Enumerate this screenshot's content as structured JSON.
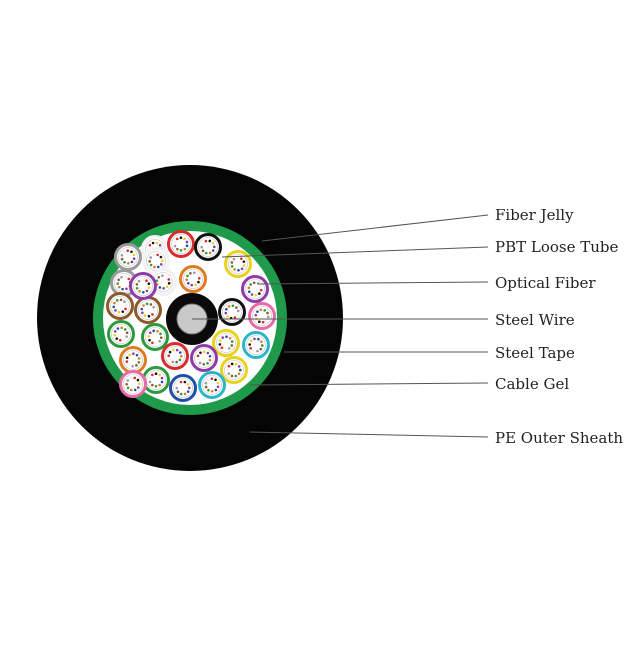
{
  "labels": {
    "fiber_jelly": "Fiber Jelly",
    "pbt_loose_tube": "PBT Loose  Tube",
    "optical_fiber": "Optical Fiber",
    "steel_wire": "Steel Wire",
    "steel_tape": "Steel Tape",
    "cable_gel": "Cable Gel",
    "pe_outer_sheath": "PE Outer Sheath"
  },
  "colors": {
    "sheath": "#050505",
    "steel_tape": "#1e9a4a",
    "gel": "#ffffff",
    "steel_wire": "#c9c9c9",
    "steel_wire_jacket": "#0a0a0a",
    "leader_line": "#555555",
    "tube_palette": [
      "#1f4fa8",
      "#e07b1f",
      "#2c9a3c",
      "#8a5a2b",
      "#9a9a9a",
      "#f2f2f2",
      "#d92b2b",
      "#111111",
      "#e8d21f",
      "#8e3ba8",
      "#e86aa6",
      "#2ab6c9"
    ]
  },
  "tubes": [
    {
      "color": "#f2f2f2"
    },
    {
      "color": "#d92b2b"
    },
    {
      "color": "#111111"
    },
    {
      "color": "#9a9a9a"
    },
    {
      "color": "#f2f2f2"
    },
    {
      "color": "#e8d21f"
    },
    {
      "color": "#9a9a9a"
    },
    {
      "color": "#f2f2f2"
    },
    {
      "color": "#e07b1f"
    },
    {
      "color": "#8e3ba8"
    },
    {
      "color": "#8a5a2b"
    },
    {
      "color": "#8a5a2b"
    },
    {
      "color": "#111111"
    },
    {
      "color": "#e86aa6"
    },
    {
      "color": "#2c9a3c"
    },
    {
      "color": "#2c9a3c"
    },
    {
      "color": "#e8d21f"
    },
    {
      "color": "#2ab6c9"
    },
    {
      "color": "#e07b1f"
    },
    {
      "color": "#d92b2b"
    },
    {
      "color": "#8e3ba8"
    },
    {
      "color": "#e8d21f"
    },
    {
      "color": "#2c9a3c"
    },
    {
      "color": "#1f4fa8"
    },
    {
      "color": "#2ab6c9"
    },
    {
      "color": "#e86aa6"
    },
    {
      "color": "#8e3ba8"
    }
  ]
}
